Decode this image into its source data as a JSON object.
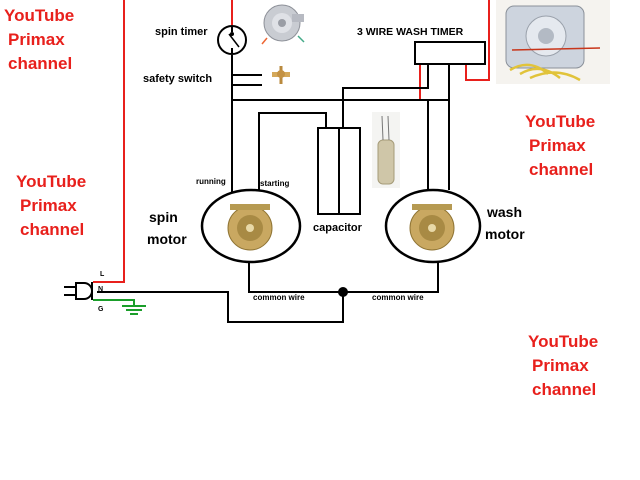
{
  "watermarks": [
    {
      "line1": "YouTube",
      "line2": "Primax",
      "line3": "channel"
    },
    {
      "line1": "YouTube",
      "line2": "Primax",
      "line3": "channel"
    },
    {
      "line1": "YouTube",
      "line2": "Primax",
      "line3": "channel"
    },
    {
      "line1": "YouTube",
      "line2": "Primax",
      "line3": "channel"
    }
  ],
  "labels": {
    "spin_timer": "spin timer",
    "safety_switch": "safety switch",
    "wash_timer": "3 WIRE WASH TIMER",
    "running": "running",
    "starting": "starting",
    "spin_motor_1": "spin",
    "spin_motor_2": "motor",
    "wash_motor_1": "wash",
    "wash_motor_2": "motor",
    "capacitor": "capacitor",
    "common_wire_left": "common wire",
    "common_wire_right": "common wire",
    "plug_L": "L",
    "plug_N": "N",
    "plug_G": "G"
  },
  "colors": {
    "live": "#e8201c",
    "neutral": "#000000",
    "ground": "#1a9e2a",
    "watermark": "#e8201c"
  },
  "icons": {
    "plug": "plug-icon",
    "ground": "ground-symbol",
    "spin_timer_photo": "spin-timer-photo",
    "safety_switch_photo": "safety-switch-photo",
    "capacitor_photo": "capacitor-photo",
    "wash_timer_photo": "wash-timer-photo",
    "spin_motor_photo": "spin-motor-photo",
    "wash_motor_photo": "wash-motor-photo"
  }
}
